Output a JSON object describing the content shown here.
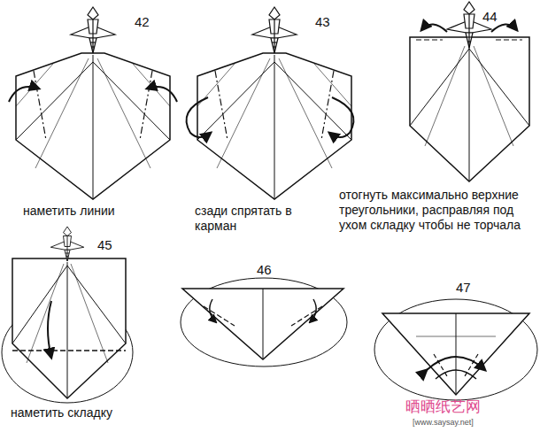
{
  "diagram": {
    "labels": [
      "42",
      "43",
      "44",
      "наметить линии",
      "сзади спрятать в карман",
      "отогнуть максимально верхние треугольники, расправляя под ухом складку чтобы не торчала",
      "45",
      "46",
      "47",
      "наметить складку",
      "晒晒纸艺网",
      "[www.saysay.net]"
    ]
  }
}
